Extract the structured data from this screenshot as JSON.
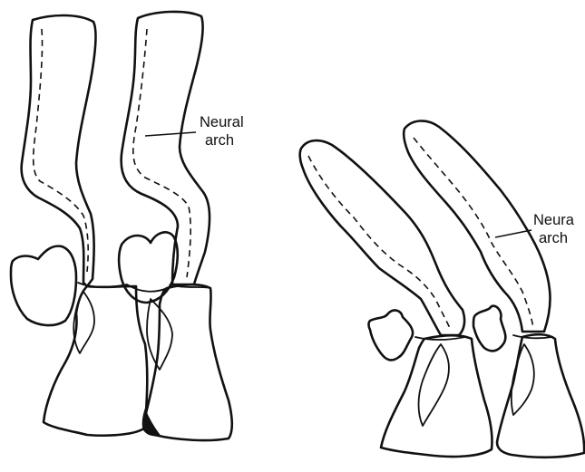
{
  "figure": {
    "left_panel": {
      "label_line1": "Neural",
      "label_line2": "arch"
    },
    "right_panel": {
      "label_line1": "Neura",
      "label_line2": "arch"
    }
  }
}
